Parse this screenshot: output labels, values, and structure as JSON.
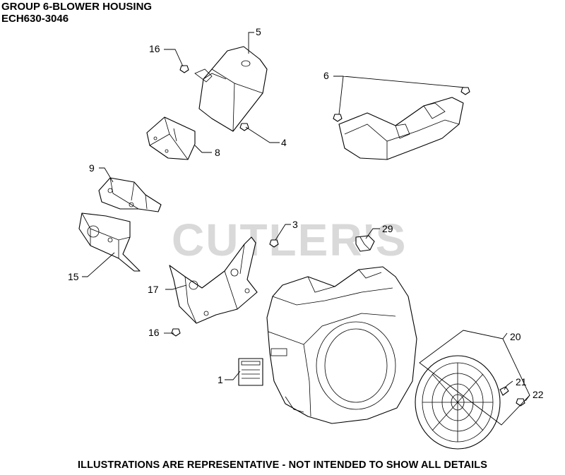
{
  "header": {
    "group_title": "GROUP 6-BLOWER HOUSING",
    "model": "ECH630-3046"
  },
  "watermark": "CUTLER'S",
  "footer": "ILLUSTRATIONS ARE REPRESENTATIVE - NOT INTENDED TO SHOW ALL DETAILS",
  "callouts": {
    "c1": "1",
    "c3": "3",
    "c4": "4",
    "c5": "5",
    "c6": "6",
    "c8": "8",
    "c9": "9",
    "c15": "15",
    "c16a": "16",
    "c16b": "16",
    "c17": "17",
    "c20": "20",
    "c21": "21",
    "c22": "22",
    "c29": "29"
  },
  "colors": {
    "ink": "#000000",
    "watermark": "#d9d9d9",
    "background": "#ffffff"
  }
}
